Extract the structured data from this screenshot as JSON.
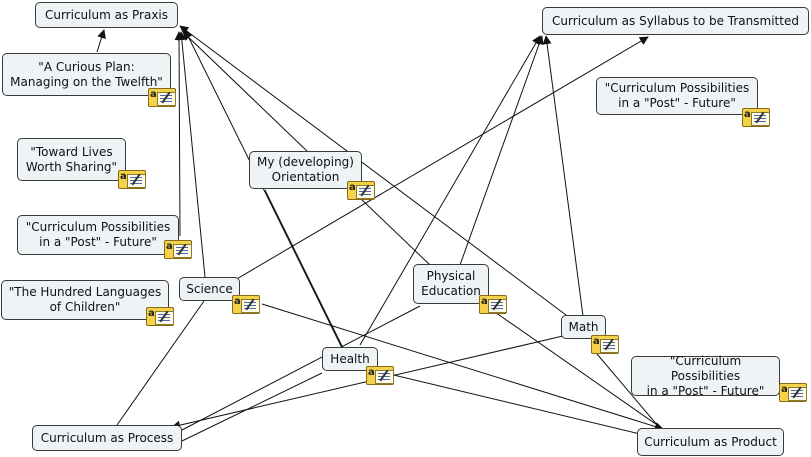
{
  "nodes": {
    "praxis": "Curriculum as Praxis",
    "syllabus": "Curriculum as Syllabus to be Transmitted",
    "curious_plan": "\"A Curious Plan:\nManaging on the Twelfth\"",
    "toward_lives": "\"Toward Lives\nWorth Sharing\"",
    "possibilities_left": "\"Curriculum Possibilities\nin a \"Post\" - Future\"",
    "hundred_languages": "\"The Hundred Languages\nof Children\"",
    "orientation": "My (developing)\nOrientation",
    "science": "Science",
    "physical_ed": "Physical\nEducation",
    "math": "Math",
    "health": "Health",
    "possibilities_top_right": "\"Curriculum Possibilities\nin a \"Post\" - Future\"",
    "possibilities_bottom_right": "\"Curriculum Possibilities\nin a \"Post\" - Future\"",
    "process": "Curriculum as Process",
    "product": "Curriculum as Product"
  },
  "attachment_icons": [
    "note-attachment-icon"
  ],
  "colors": {
    "node_fill": "#eef3f6",
    "node_border": "#3a3a3a",
    "link": "#111111",
    "note_fill": "#f4d24a"
  }
}
